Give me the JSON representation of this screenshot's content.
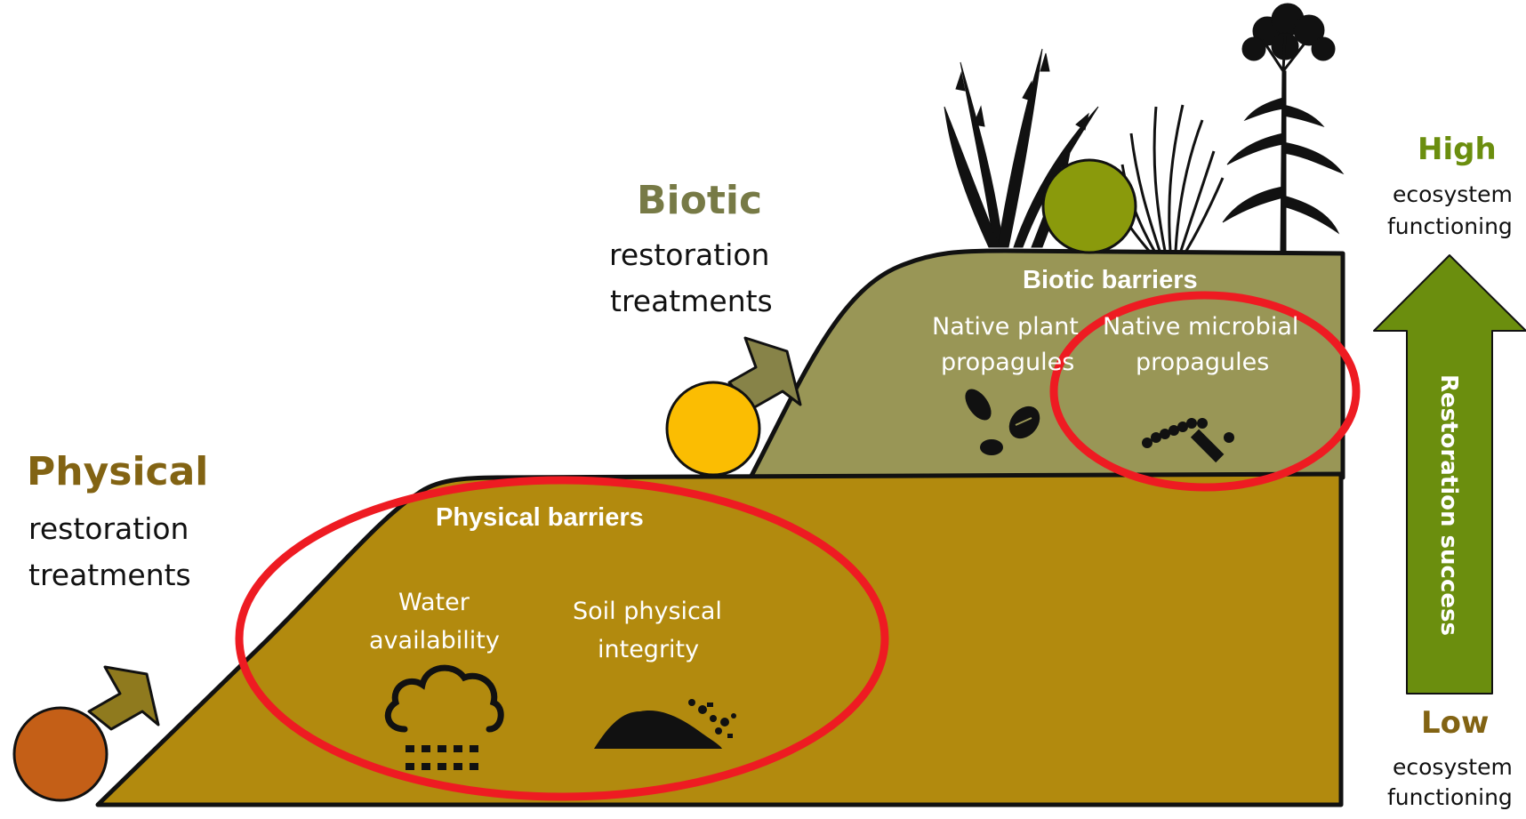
{
  "colors": {
    "physical_fill": "#b28a0e",
    "biotic_fill": "#999656",
    "physical_text": "#826313",
    "biotic_text": "#777a46",
    "arrow_green": "#6b8e0e",
    "orange_ball": "#c45f17",
    "yellow_ball": "#fbbd02",
    "green_ball": "#8a9a0c",
    "circle_red": "#ee1b22"
  },
  "left_label": {
    "title": "Physical",
    "subtitle_line1": "restoration",
    "subtitle_line2": "treatments"
  },
  "middle_label": {
    "title": "Biotic",
    "subtitle_line1": "restoration",
    "subtitle_line2": "treatments"
  },
  "physical_barriers": {
    "heading": "Physical barriers",
    "items": [
      {
        "line1": "Water",
        "line2": "availability",
        "icon": "rain-cloud-icon"
      },
      {
        "line1": "Soil physical",
        "line2": "integrity",
        "icon": "soil-pile-icon"
      }
    ]
  },
  "biotic_barriers": {
    "heading": "Biotic barriers",
    "items": [
      {
        "line1": "Native plant",
        "line2": "propagules",
        "icon": "seeds-icon"
      },
      {
        "line1": "Native microbial",
        "line2": "propagules",
        "icon": "microbes-icon"
      }
    ]
  },
  "scale": {
    "high": "High",
    "high_sub_line1": "ecosystem",
    "high_sub_line2": "functioning",
    "arrow_label": "Restoration success",
    "low": "Low",
    "low_sub_line1": "ecosystem",
    "low_sub_line2": "functioning"
  },
  "illustrations": [
    "grass-silhouette-icon",
    "sedge-silhouette-icon",
    "yarrow-silhouette-icon"
  ]
}
